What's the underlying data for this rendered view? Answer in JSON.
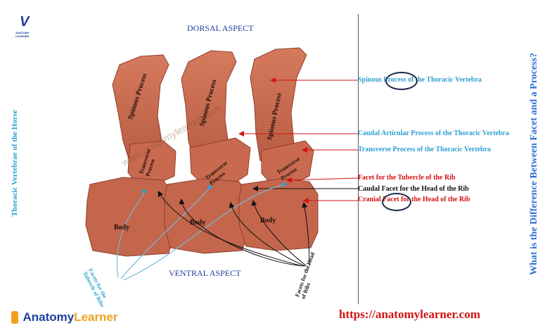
{
  "header": {
    "top_label": "DORSAL ASPECT",
    "bottom_label": "VENTRAL  ASPECT"
  },
  "side": {
    "left_title": "Thoracic Vertebrae of the Horse",
    "right_title": "What  is the Difference Between Facet and a Process?"
  },
  "logos": {
    "small_logo_mark": "V",
    "small_logo_text": "ANATOMY LEARNER",
    "brand_left": "Anatomy",
    "brand_right": "Learner",
    "watermark": "www.anatomylearner.com"
  },
  "url": "https://anatomylearner.com",
  "bone_labels": {
    "spinous": "Spinous Process",
    "transverse": "Transverse Process",
    "body": "Body"
  },
  "callouts": [
    {
      "text": "Spinous Process of the Thoracic Vertebra",
      "color": "blue"
    },
    {
      "text": "Caudal Articular Process of the Thoracic Vertebra",
      "color": "blue"
    },
    {
      "text": "Transverse Process of the Thoracic Vertebra",
      "color": "blue"
    },
    {
      "text": "Facet for the Tubercle of the Rib",
      "color": "red"
    },
    {
      "text": "Caudal Facet for  the Head of the Rib",
      "color": "black"
    },
    {
      "text": "Cranial Facet for  the Head of the Rib",
      "color": "red"
    }
  ],
  "bottom_annotations": {
    "tubercle_facets": "Facets for the Tubercle of Ribs",
    "head_facets": "Facets for the Head of Ribs"
  },
  "colors": {
    "bone": "#c9694f",
    "bone_dark": "#9c4733",
    "blue_text": "#2f9fd3",
    "red_text": "#d31212",
    "arrow_red": "#d31212",
    "arrow_blue": "#7ab7da"
  }
}
